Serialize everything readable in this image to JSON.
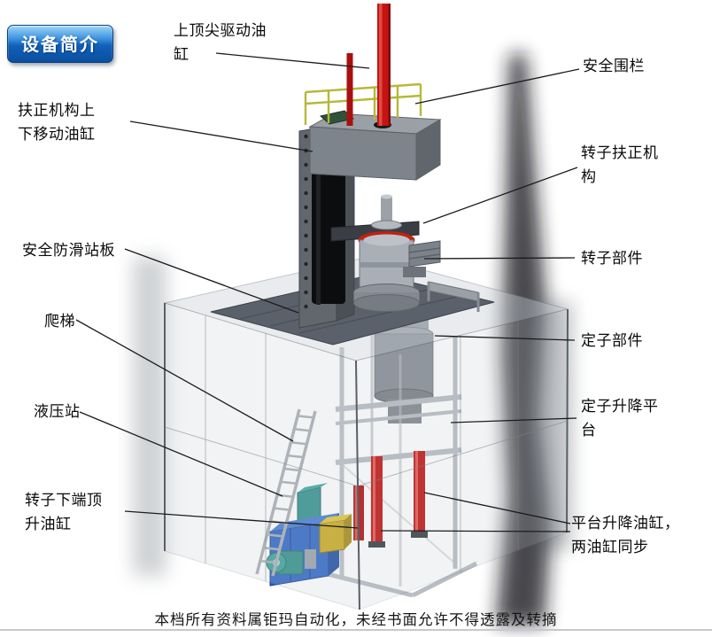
{
  "page": {
    "title_badge": "设备简介",
    "footer": "本档所有资料属钜玛自动化，未经书面允许不得透露及转摘"
  },
  "labels": [
    {
      "id": "top-drive-cylinder",
      "text": "上顶尖驱动油\n缸"
    },
    {
      "id": "safety-fence",
      "text": "安全围栏"
    },
    {
      "id": "centering-updown-cylinder",
      "text": "扶正机构上\n下移动油缸"
    },
    {
      "id": "rotor-centering-mechanism",
      "text": "转子扶正机\n构"
    },
    {
      "id": "antislip-standing-deck",
      "text": "安全防滑站板"
    },
    {
      "id": "rotor-component",
      "text": "转子部件"
    },
    {
      "id": "ladder",
      "text": "爬梯"
    },
    {
      "id": "stator-component",
      "text": "定子部件"
    },
    {
      "id": "hydraulic-station",
      "text": "液压站"
    },
    {
      "id": "stator-lift-platform",
      "text": "定子升降平\n台"
    },
    {
      "id": "rotor-bottom-jack-cylinder",
      "text": "转子下端顶\n升油缸"
    },
    {
      "id": "platform-lift-cylinders",
      "text": "平台升降油缸，\n两油缸同步"
    }
  ],
  "colors": {
    "badge_blue": "#1160b8",
    "cylinder_red": "#c51313",
    "railing_yellow": "#b5b838",
    "hydraulic_blue": "#2b63c5",
    "accent_yellow": "#c9a91c",
    "steel_gray": "#8a9098",
    "deck_gray": "#5a616b"
  }
}
